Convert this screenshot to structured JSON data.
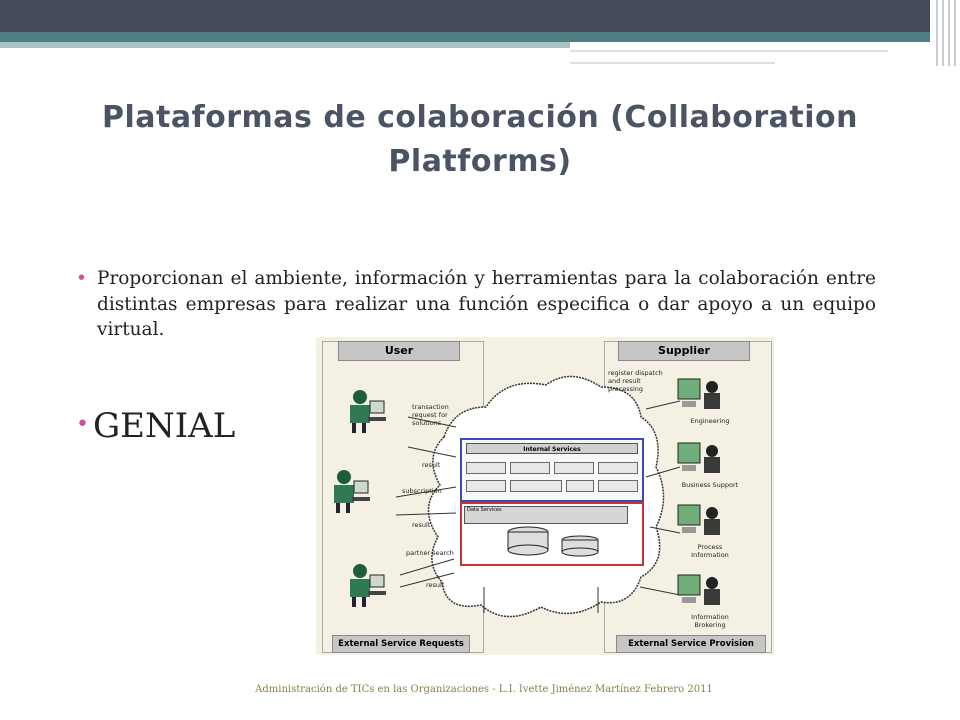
{
  "slide": {
    "title": "Plataformas de colaboración (Collaboration Platforms)",
    "bullets": [
      "Proporcionan el ambiente, información y herramientas para la colaboración entre distintas empresas para realizar una función especifica o dar apoyo a un equipo virtual.",
      "GENIAL"
    ],
    "bullet_glyph": "•",
    "footer": "Administración de TICs en las Organizaciones - L.I. Ivette Jiménez Martínez   Febrero 2011"
  },
  "diagram": {
    "user_header": "User",
    "supplier_header": "Supplier",
    "user_footer": "External Service Requests",
    "supplier_footer": "External Service Provision",
    "internal_services": "Internal Services",
    "data_services": "Data Services",
    "supplier_roles": [
      "Engineering",
      "Business Support",
      "Process Information",
      "Information Brokering"
    ],
    "user_labels": [
      "transaction request for solutions",
      "subscription",
      "partner search"
    ],
    "result_labels": [
      "result",
      "result",
      "result"
    ],
    "supplier_note": "register dispatch and result processing"
  },
  "colors": {
    "topbar": "#454a58",
    "accent": "#4f7f82",
    "title": "#4a5465",
    "bullet": "#c94fa0",
    "footer": "#8a7c4c"
  }
}
